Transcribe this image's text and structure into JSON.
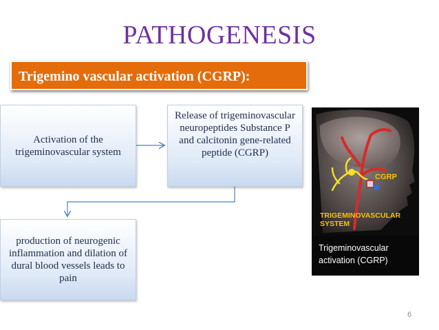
{
  "slide": {
    "title": "PATHOGENESIS",
    "banner": "Trigemino vascular activation (CGRP):",
    "page_number": "6"
  },
  "flow": {
    "step1": "Activation of the trigeminovascular system",
    "step2": "Release of trigeminovascular neuropeptides Substance P and calcitonin gene-related peptide (CGRP)",
    "step3": "production of neurogenic inflammation and dilation of dural blood vessels leads to pain"
  },
  "figure": {
    "label_cgrp": "CGRP",
    "label_system_line1": "TRIGEMINOVASCULAR",
    "label_system_line2": "SYSTEM",
    "caption_line1": "Trigeminovascular",
    "caption_line2": "activation (CGRP)"
  },
  "colors": {
    "title": "#7030a0",
    "banner_bg": "#e46c0a",
    "connector": "#4f81bd",
    "figure_label": "#ffc000"
  }
}
